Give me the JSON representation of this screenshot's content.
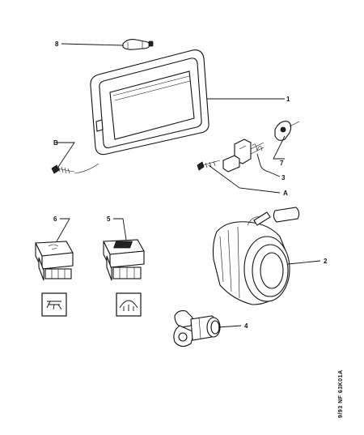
{
  "callouts": {
    "c1": "1",
    "c2": "2",
    "c3": "3",
    "c4": "4",
    "c5": "5",
    "c6": "6",
    "c7": "7",
    "c8": "8",
    "cA": "A",
    "cB": "B"
  },
  "reference_code": "9/93 NF 63K01A"
}
